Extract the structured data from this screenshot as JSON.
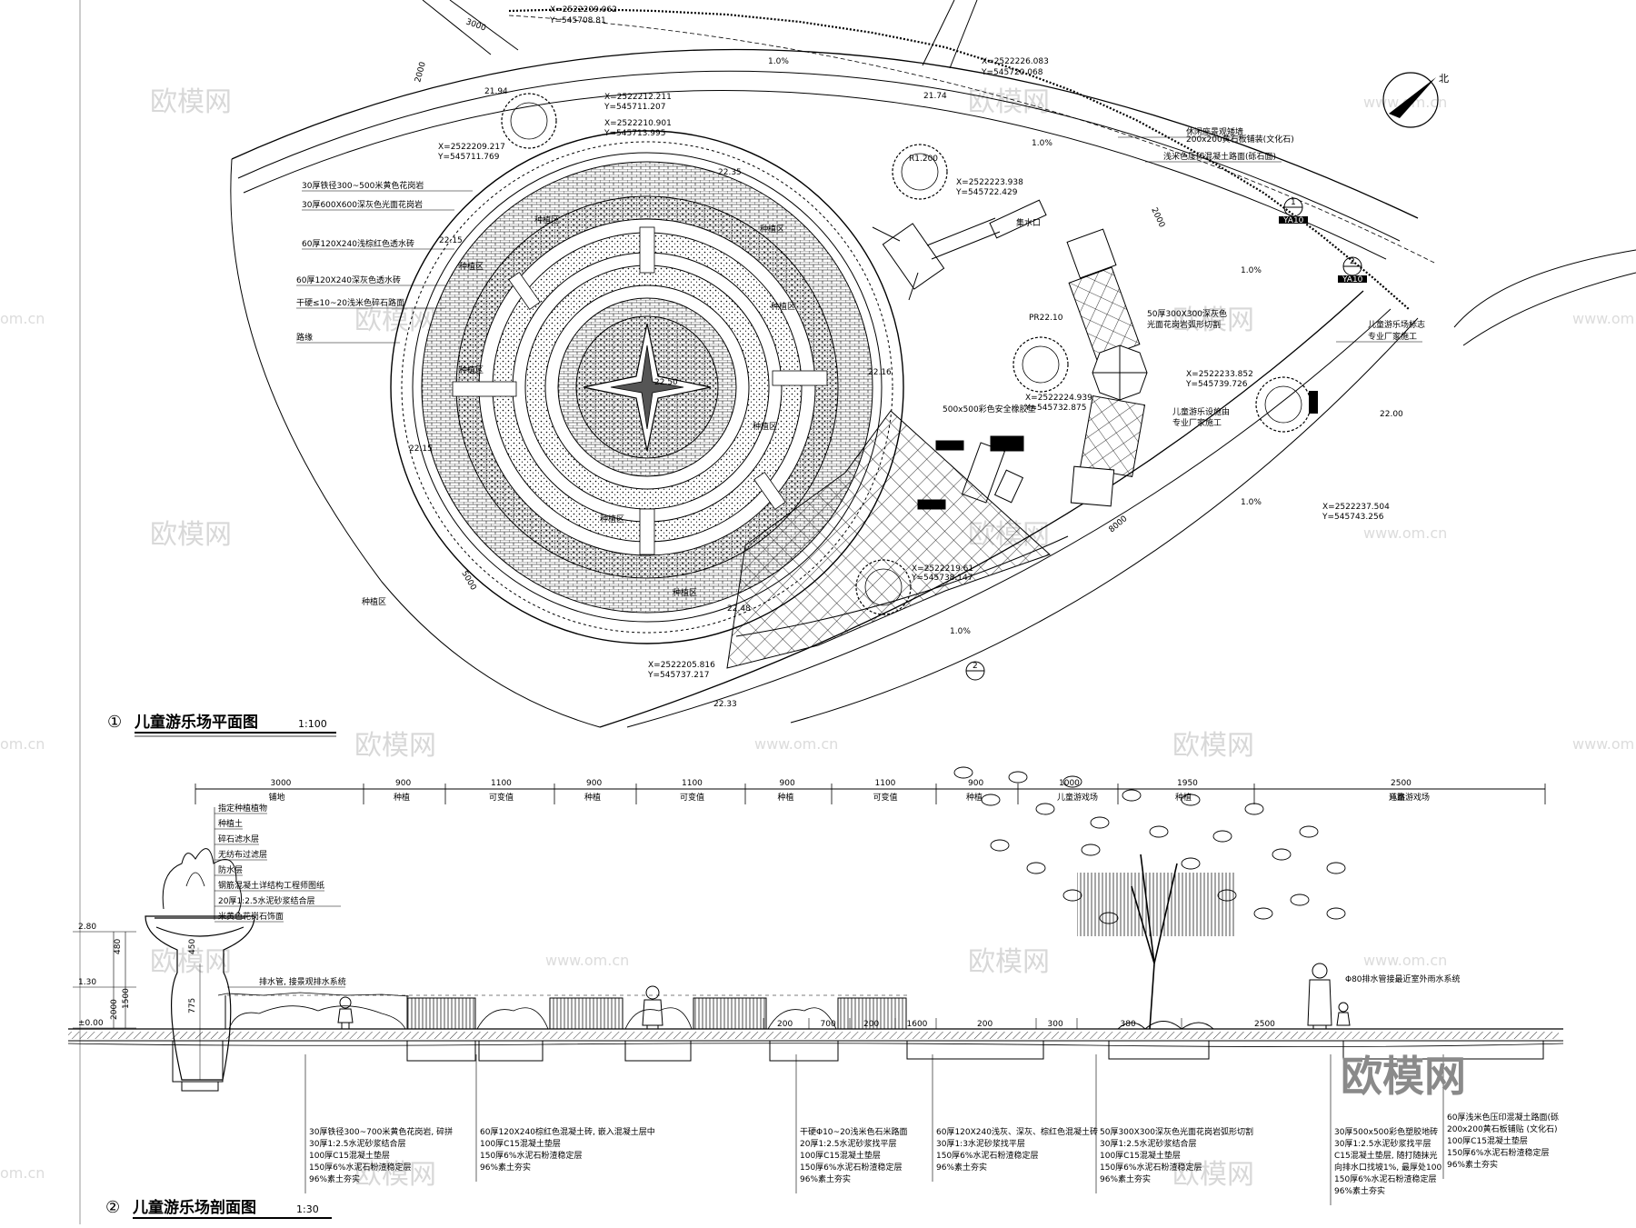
{
  "plan": {
    "title": "儿童游乐场平面图",
    "scale": "1:100",
    "index": "①",
    "labels_left": [
      "30厚铁径300~500米黄色花岗岩",
      "30厚600X600深灰色光面花岗岩",
      "60厚120X240浅棕红色透水砖",
      "60厚120X240深灰色透水砖",
      "干硬≤10~20浅米色碎石路面",
      "路缘"
    ],
    "labels_right": [
      "休闲座景观矮墙",
      "200x200黄石板铺装(文化石)",
      "浅米色压印混凝土路面(砾石面)",
      "儿童游乐场标志",
      "专业厂家施工"
    ],
    "inner_labels": [
      "种植区",
      "种植区",
      "种植区",
      "种植区",
      "种植区",
      "种植区",
      "种植区",
      "种植区",
      "种植区"
    ],
    "center_label": "22.50",
    "elev_labels": [
      "21.94",
      "21.74",
      "22.15",
      "22.35",
      "22.15",
      "22.16",
      "22.48",
      "22.00",
      "22.33"
    ],
    "coords": [
      "X=2522209.062",
      "Y=545708.81",
      "X=2522226.083",
      "Y=545720.068",
      "X=2522212.211",
      "Y=545711.207",
      "X=2522210.901",
      "Y=545713.995",
      "X=2522209.217",
      "Y=545711.769",
      "X=2522223.938",
      "Y=545722.429",
      "X=2522224.939",
      "Y=545732.875",
      "X=2522233.852",
      "Y=545739.726",
      "X=2522237.504",
      "Y=545743.256",
      "X=2522219.61",
      "Y=545738.147",
      "X=2522205.816",
      "Y=545737.217"
    ],
    "misc": {
      "water": "集水口",
      "pr": "PR22.10",
      "rubber": "500x500彩色安全橡胶垫",
      "play_cn": "儿童游乐设施由",
      "play_cn2": "专业厂家施工",
      "granite": "50厚300X300深灰色",
      "granite2": "光面花岗岩弧形切割",
      "slope": "1.0%",
      "planting": "种植区",
      "north": "北",
      "r": "R1.200",
      "dim1": "3000",
      "dim2": "2000",
      "dim3": "2000",
      "dim4": "5000",
      "dim5": "8000",
      "callout1": "YA10",
      "callout_n1": "1",
      "callout_n2": "2"
    }
  },
  "section": {
    "title": "儿童游乐场剖面图",
    "scale": "1:30",
    "index": "②",
    "top_dims": [
      "3000",
      "900",
      "1100",
      "900",
      "1100",
      "900",
      "1100",
      "900",
      "1000",
      "1950",
      "2500"
    ],
    "top_labels": [
      "铺地",
      "种植",
      "可变值",
      "种植",
      "可变值",
      "种植",
      "可变值",
      "种植",
      "儿童游戏场",
      "种植",
      "儿童游戏场",
      "道路"
    ],
    "layers_left": [
      "指定种植植物",
      "种植土",
      "碎石滤水层",
      "无纺布过滤层",
      "防水层",
      "钢筋混凝土详结构工程师图纸",
      "20厚1:2.5水泥砂浆结合层",
      "米黄色花岗石饰面"
    ],
    "elevs": [
      "2.80",
      "1.30",
      "±0.00"
    ],
    "v_dims": [
      "480",
      "2000",
      "1500",
      "775",
      "450"
    ],
    "drain_note": "排水管, 接景观排水系统",
    "drain_note2": "Φ80排水管接最近室外雨水系统",
    "bottom_dims": [
      "200",
      "700",
      "200",
      "1600",
      "200",
      "300",
      "380",
      "2500"
    ],
    "notes": [
      [
        "30厚铁径300~700米黄色花岗岩, 碎拼",
        "30厚1:2.5水泥砂浆结合层",
        "100厚C15混凝土垫层",
        "150厚6%水泥石粉渣稳定层",
        "96%素土夯实"
      ],
      [
        "60厚120X240棕红色混凝土砖, 嵌入混凝土层中",
        "100厚C15混凝土垫层",
        "150厚6%水泥石粉渣稳定层",
        "96%素土夯实"
      ],
      [
        "干硬Φ10~20浅米色石米路面",
        "20厚1:2.5水泥砂浆找平层",
        "100厚C15混凝土垫层",
        "150厚6%水泥石粉渣稳定层",
        "96%素土夯实"
      ],
      [
        "60厚120X240浅灰、深灰、棕红色混凝土砖",
        "30厚1:3水泥砂浆找平层",
        "150厚6%水泥石粉渣稳定层",
        "96%素土夯实"
      ],
      [
        "50厚300X300深灰色光面花岗岩弧形切割",
        "30厚1:2.5水泥砂浆结合层",
        "100厚C15混凝土垫层",
        "150厚6%水泥石粉渣稳定层",
        "96%素土夯实"
      ],
      [
        "30厚500x500彩色塑胶地砖",
        "30厚1:2.5水泥砂浆找平层",
        "C15混凝土垫层, 随打随抹光",
        "向排水口找坡1%, 最厚处100",
        "150厚6%水泥石粉渣稳定层",
        "96%素土夯实"
      ],
      [
        "60厚浅米色压印混凝土路面(砾",
        "200x200黄石板铺贴 (文化石)",
        "100厚C15混凝土垫层",
        "150厚6%水泥石粉渣稳定层",
        "96%素土夯实"
      ]
    ]
  },
  "watermark": {
    "cn": "欧模网",
    "en": "www.om.cn",
    "short": "om.cn",
    "logo": "欧模网"
  }
}
